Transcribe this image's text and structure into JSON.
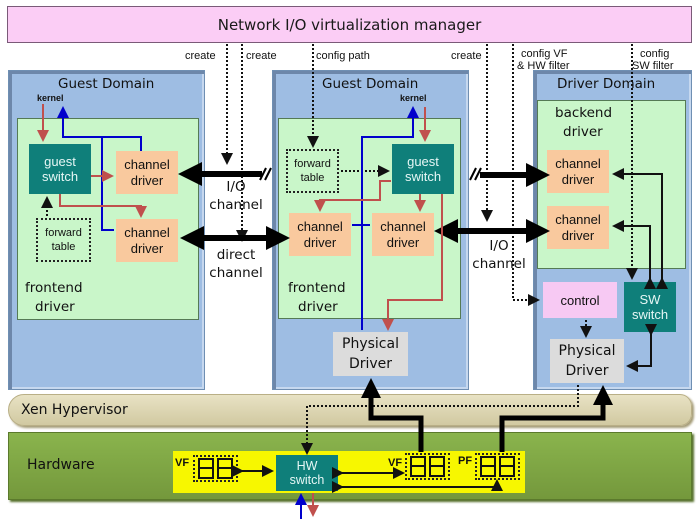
{
  "manager": {
    "title": "Network I/O virtualization manager"
  },
  "control_labels": {
    "create_1": "create",
    "create_2": "create",
    "config_path": "config path",
    "create_3": "create",
    "config_vf": "config VF\n& HW filter",
    "config_vf_line1": "config VF",
    "config_vf_line2": "& HW filter",
    "config_sw_line1": "config",
    "config_sw_line2": "SW filter"
  },
  "domains": {
    "left": {
      "title": "Guest Domain",
      "kernel": "kernel",
      "guest_switch": [
        "guest",
        "switch"
      ],
      "channel_driver_1": [
        "channel",
        "driver"
      ],
      "channel_driver_2": [
        "channel",
        "driver"
      ],
      "forward_table": [
        "forward",
        "table"
      ],
      "frontend": [
        "frontend",
        "driver"
      ]
    },
    "middle": {
      "title": "Guest Domain",
      "kernel": "kernel",
      "guest_switch": [
        "guest",
        "switch"
      ],
      "channel_driver_1": [
        "channel",
        "driver"
      ],
      "channel_driver_2": [
        "channel",
        "driver"
      ],
      "forward_table": [
        "forward",
        "table"
      ],
      "frontend": [
        "frontend",
        "driver"
      ],
      "physical_driver": [
        "Physical",
        "Driver"
      ]
    },
    "right": {
      "title": "Driver Domain",
      "backend": [
        "backend",
        "driver"
      ],
      "channel_driver_1": [
        "channel",
        "driver"
      ],
      "channel_driver_2": [
        "channel",
        "driver"
      ],
      "control": "control",
      "sw_switch": [
        "SW",
        "switch"
      ],
      "physical_driver": [
        "Physical",
        "Driver"
      ]
    }
  },
  "channels": {
    "io_channel_left": [
      "I/O",
      "channel"
    ],
    "direct_channel": [
      "direct",
      "channel"
    ],
    "io_channel_right": [
      "I/O",
      "channel"
    ]
  },
  "hypervisor": {
    "label": "Xen Hypervisor"
  },
  "hardware": {
    "label": "Hardware",
    "vf_1": "VF",
    "vf_2": "VF",
    "pf": "PF",
    "hw_switch": [
      "HW",
      "switch"
    ]
  },
  "colors": {
    "manager": "#fbcdf5",
    "domain": "#9ebde3",
    "inner": "#c9f6c9",
    "switch": "#0f7f7a",
    "channel_driver": "#f9c99e",
    "physical_driver": "#dcdcdc",
    "control": "#f7c9f3",
    "hypervisor": "#ddd6b3",
    "hardware": "#80a845",
    "nic": "#f7f700",
    "tx_path": "#0000cc",
    "rx_path": "#c0504d"
  }
}
